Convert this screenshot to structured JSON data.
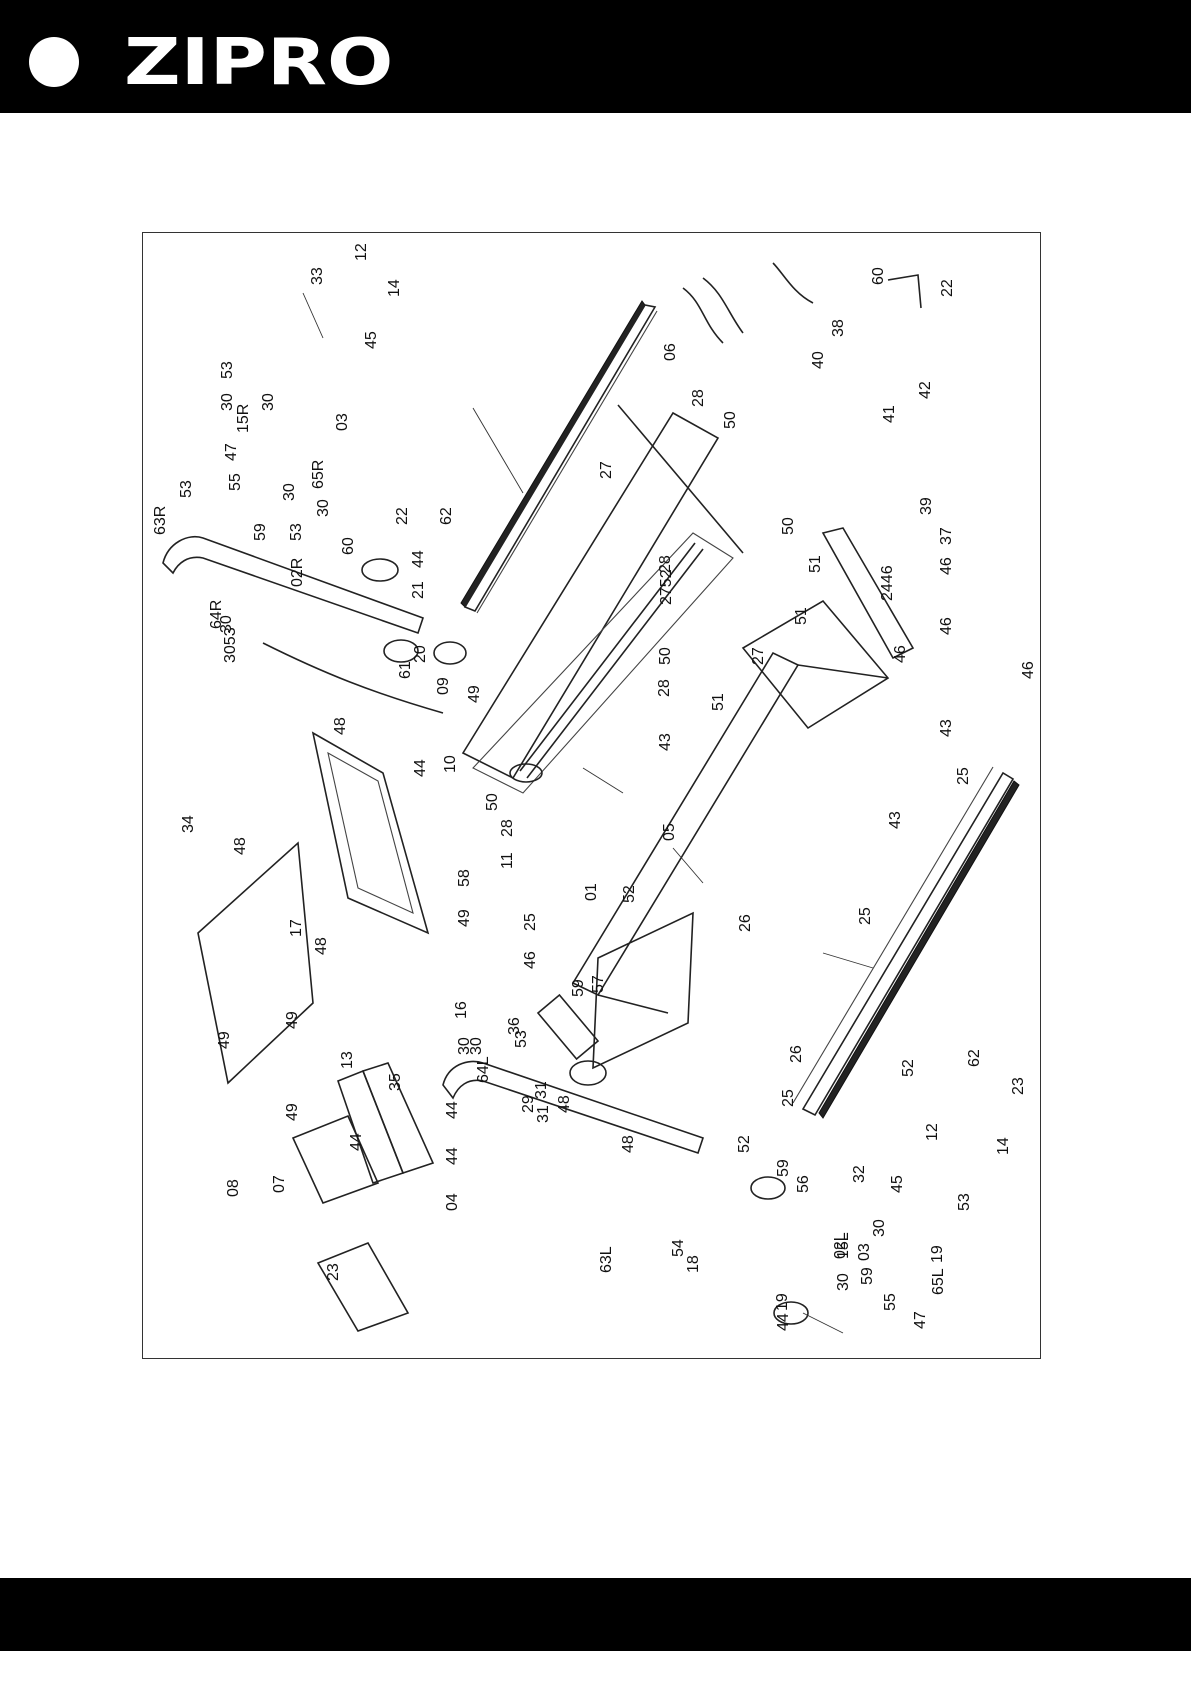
{
  "header": {
    "brand": "ZIPRO"
  },
  "diagram": {
    "labels": [
      {
        "id": "l33",
        "t": "33"
      },
      {
        "id": "l12a",
        "t": "12"
      },
      {
        "id": "l14a",
        "t": "14"
      },
      {
        "id": "l45a",
        "t": "45"
      },
      {
        "id": "l53a",
        "t": "53"
      },
      {
        "id": "l30a",
        "t": "30"
      },
      {
        "id": "l30b",
        "t": "30"
      },
      {
        "id": "l15R",
        "t": "15R"
      },
      {
        "id": "l03a",
        "t": "03"
      },
      {
        "id": "l47a",
        "t": "47"
      },
      {
        "id": "l55a",
        "t": "55"
      },
      {
        "id": "l30c",
        "t": "30"
      },
      {
        "id": "l65R",
        "t": "65R"
      },
      {
        "id": "l63R",
        "t": "63R"
      },
      {
        "id": "l53b",
        "t": "53"
      },
      {
        "id": "l59a",
        "t": "59"
      },
      {
        "id": "l53c",
        "t": "53"
      },
      {
        "id": "l30d",
        "t": "30"
      },
      {
        "id": "l22a",
        "t": "22"
      },
      {
        "id": "l60a",
        "t": "60"
      },
      {
        "id": "l44a",
        "t": "44"
      },
      {
        "id": "l02R",
        "t": "02R"
      },
      {
        "id": "l21",
        "t": "21"
      },
      {
        "id": "l64R",
        "t": "64R"
      },
      {
        "id": "l30e",
        "t": "30"
      },
      {
        "id": "l3053",
        "t": "3053"
      },
      {
        "id": "l20",
        "t": "20"
      },
      {
        "id": "l09",
        "t": "09"
      },
      {
        "id": "l61",
        "t": "61"
      },
      {
        "id": "l49a",
        "t": "49"
      },
      {
        "id": "l48a",
        "t": "48"
      },
      {
        "id": "l44b",
        "t": "44"
      },
      {
        "id": "l34",
        "t": "34"
      },
      {
        "id": "l48b",
        "t": "48"
      },
      {
        "id": "l58",
        "t": "58"
      },
      {
        "id": "l17",
        "t": "17"
      },
      {
        "id": "l48c",
        "t": "48"
      },
      {
        "id": "l49b",
        "t": "49"
      },
      {
        "id": "l16",
        "t": "16"
      },
      {
        "id": "l49c",
        "t": "49"
      },
      {
        "id": "l49d",
        "t": "49"
      },
      {
        "id": "l49e",
        "t": "49"
      },
      {
        "id": "l08",
        "t": "08"
      },
      {
        "id": "l13",
        "t": "13"
      },
      {
        "id": "l35",
        "t": "35"
      },
      {
        "id": "l44c",
        "t": "44"
      },
      {
        "id": "l44d",
        "t": "44"
      },
      {
        "id": "l44e",
        "t": "44"
      },
      {
        "id": "l04",
        "t": "04"
      },
      {
        "id": "l07",
        "t": "07"
      },
      {
        "id": "l23a",
        "t": "23"
      },
      {
        "id": "l62a",
        "t": "62"
      },
      {
        "id": "l06",
        "t": "06"
      },
      {
        "id": "l28a",
        "t": "28"
      },
      {
        "id": "l50a",
        "t": "50"
      },
      {
        "id": "l27a",
        "t": "27"
      },
      {
        "id": "l50b",
        "t": "50"
      },
      {
        "id": "l28b",
        "t": "28"
      },
      {
        "id": "l51a",
        "t": "51"
      },
      {
        "id": "l2752",
        "t": "2752"
      },
      {
        "id": "l51b",
        "t": "51"
      },
      {
        "id": "l27b",
        "t": "27"
      },
      {
        "id": "l50c",
        "t": "50"
      },
      {
        "id": "l28c",
        "t": "28"
      },
      {
        "id": "l51c",
        "t": "51"
      },
      {
        "id": "l43a",
        "t": "43"
      },
      {
        "id": "l10",
        "t": "10"
      },
      {
        "id": "l50d",
        "t": "50"
      },
      {
        "id": "l28d",
        "t": "28"
      },
      {
        "id": "l05",
        "t": "05"
      },
      {
        "id": "l11",
        "t": "11"
      },
      {
        "id": "l01",
        "t": "01"
      },
      {
        "id": "l52a",
        "t": "52"
      },
      {
        "id": "l25a",
        "t": "25"
      },
      {
        "id": "l46a",
        "t": "46"
      },
      {
        "id": "l59b",
        "t": "59"
      },
      {
        "id": "l57",
        "t": "57"
      },
      {
        "id": "l26a",
        "t": "26"
      },
      {
        "id": "l36",
        "t": "36"
      },
      {
        "id": "l30f",
        "t": "30"
      },
      {
        "id": "l30g",
        "t": "30"
      },
      {
        "id": "l64L",
        "t": "64L"
      },
      {
        "id": "l53d",
        "t": "53"
      },
      {
        "id": "l31a",
        "t": "31"
      },
      {
        "id": "l48d",
        "t": "48"
      },
      {
        "id": "l29",
        "t": "29"
      },
      {
        "id": "l31b",
        "t": "31"
      },
      {
        "id": "l48e",
        "t": "48"
      },
      {
        "id": "l59c",
        "t": "59"
      },
      {
        "id": "l52b",
        "t": "52"
      },
      {
        "id": "l25b",
        "t": "25"
      },
      {
        "id": "l26b",
        "t": "26"
      },
      {
        "id": "l56",
        "t": "56"
      },
      {
        "id": "l54",
        "t": "54"
      },
      {
        "id": "l18",
        "t": "18"
      },
      {
        "id": "l63L",
        "t": "63L"
      },
      {
        "id": "l02L",
        "t": "02L"
      },
      {
        "id": "l30h",
        "t": "30"
      },
      {
        "id": "l19",
        "t": "19"
      },
      {
        "id": "l44f",
        "t": "44"
      },
      {
        "id": "l60b",
        "t": "60"
      },
      {
        "id": "l22b",
        "t": "22"
      },
      {
        "id": "l38",
        "t": "38"
      },
      {
        "id": "l40",
        "t": "40"
      },
      {
        "id": "l42",
        "t": "42"
      },
      {
        "id": "l41",
        "t": "41"
      },
      {
        "id": "l39",
        "t": "39"
      },
      {
        "id": "l37",
        "t": "37"
      },
      {
        "id": "l46b",
        "t": "46"
      },
      {
        "id": "l46c",
        "t": "46"
      },
      {
        "id": "l46d",
        "t": "46"
      },
      {
        "id": "l2446",
        "t": "2446"
      },
      {
        "id": "l46e",
        "t": "46"
      },
      {
        "id": "l43b",
        "t": "43"
      },
      {
        "id": "l25c",
        "t": "25"
      },
      {
        "id": "l43c",
        "t": "43"
      },
      {
        "id": "l25d",
        "t": "25"
      },
      {
        "id": "l52c",
        "t": "52"
      },
      {
        "id": "l62b",
        "t": "62"
      },
      {
        "id": "l23b",
        "t": "23"
      },
      {
        "id": "l12b",
        "t": "12"
      },
      {
        "id": "l14b",
        "t": "14"
      },
      {
        "id": "l32",
        "t": "32"
      },
      {
        "id": "l45b",
        "t": "45"
      },
      {
        "id": "l53e",
        "t": "53"
      },
      {
        "id": "l30i",
        "t": "30"
      },
      {
        "id": "l03b",
        "t": "03"
      },
      {
        "id": "l15L",
        "t": "15L"
      },
      {
        "id": "l59d",
        "t": "59"
      },
      {
        "id": "l19b",
        "t": "19"
      },
      {
        "id": "l55b",
        "t": "55"
      },
      {
        "id": "l65L",
        "t": "65L"
      },
      {
        "id": "l47b",
        "t": "47"
      },
      {
        "id": "l30j",
        "t": "30"
      },
      {
        "id": "l53f",
        "t": "53"
      }
    ]
  }
}
